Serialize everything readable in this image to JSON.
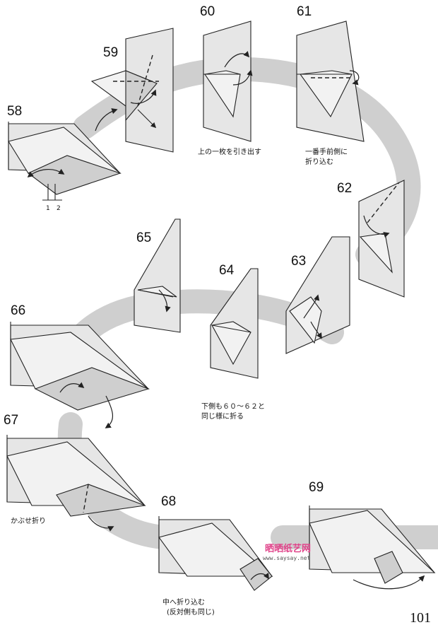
{
  "steps": {
    "s58": "58",
    "s59": "59",
    "s60": "60",
    "s61": "61",
    "s62": "62",
    "s63": "63",
    "s64": "64",
    "s65": "65",
    "s66": "66",
    "s67": "67",
    "s68": "68",
    "s69": "69"
  },
  "notes": {
    "n60": "上の一枚を引き出す",
    "n61_line1": "一番手前側に",
    "n61_line2": "折り込む",
    "n64_line1": "下側も６０～６２と",
    "n64_line2": "同じ様に折る",
    "n67": "かぶせ折り",
    "n68_line1": "中へ折り込む",
    "n68_line2": "(反対側も同じ)"
  },
  "ticks": {
    "t1": "1",
    "t2": "2"
  },
  "watermark": {
    "brand": "晒晒纸艺网",
    "url": "www.saysay.net"
  },
  "page_number": "101"
}
